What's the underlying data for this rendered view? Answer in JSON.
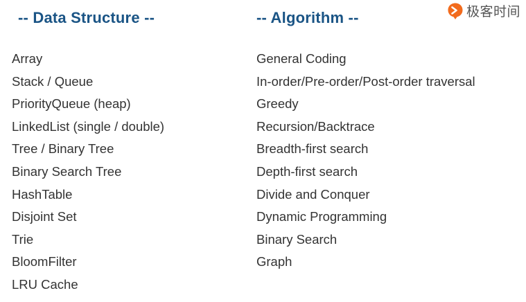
{
  "logo": {
    "text": "极客时间",
    "icon": "geektime-logo-icon",
    "color": "#f26b1d"
  },
  "data_structure": {
    "heading": "-- Data Structure --",
    "items": [
      "Array",
      "Stack / Queue",
      "PriorityQueue (heap)",
      "LinkedList (single / double)",
      "Tree / Binary Tree",
      "Binary Search Tree",
      "HashTable",
      "Disjoint Set",
      "Trie",
      "BloomFilter",
      "LRU Cache"
    ]
  },
  "algorithm": {
    "heading": "-- Algorithm --",
    "items": [
      "General Coding",
      "In-order/Pre-order/Post-order traversal",
      "Greedy",
      "Recursion/Backtrace",
      "Breadth-first search",
      "Depth-first search",
      "Divide and Conquer",
      "Dynamic Programming",
      "Binary Search",
      "Graph"
    ]
  },
  "colors": {
    "heading": "#1a5485",
    "text": "#333333",
    "background": "#ffffff"
  }
}
